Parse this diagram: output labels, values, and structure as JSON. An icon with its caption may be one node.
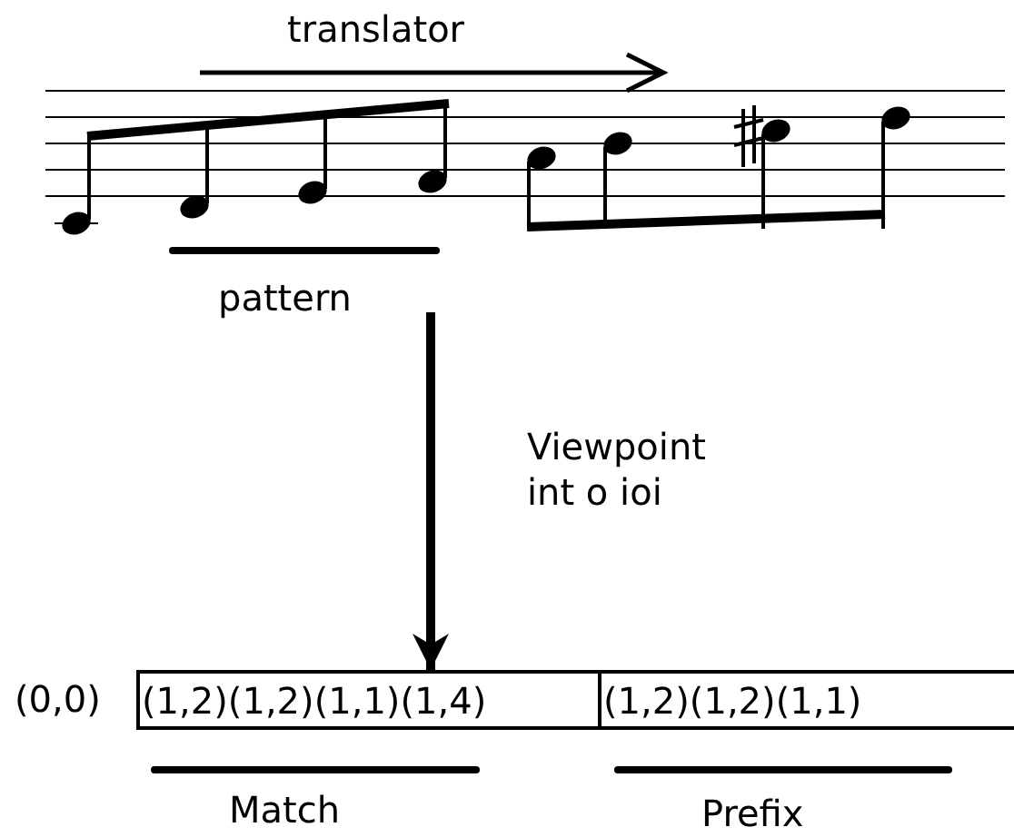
{
  "diagram": {
    "nodes": [
      {
        "text": [],
        "shape": "picture"
      },
      {
        "text": [
          "(1,2)(1,2)(1,1)(1,4)"
        ]
      },
      {
        "text": [
          "(1,2)(1,2)(1,1)"
        ]
      }
    ],
    "edges": [
      {
        "from": 0,
        "to": 1,
        "arrow": "to",
        "label": "Viewpoint int o ioi"
      }
    ],
    "labels": [
      "translator",
      "pattern",
      "(0,0)",
      "Match",
      "Prefix"
    ]
  }
}
